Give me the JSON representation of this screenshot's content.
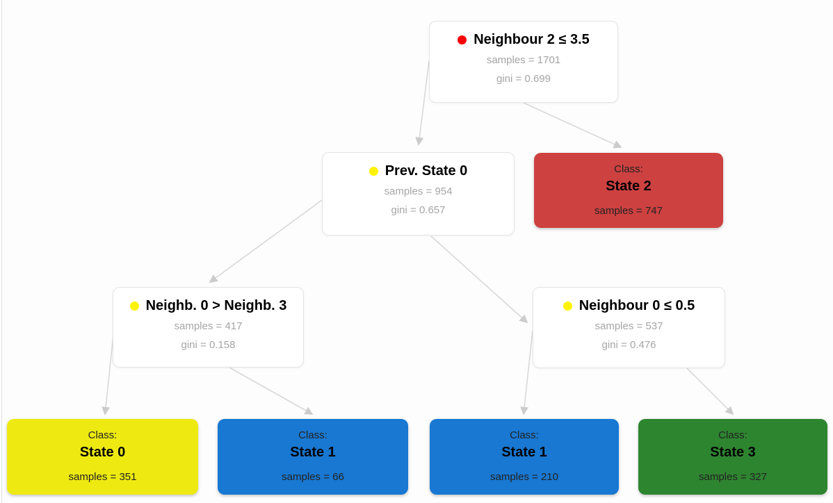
{
  "diagram": {
    "type": "decision-tree",
    "colors": {
      "edge": "#d8d8d8",
      "arrowhead": "#cccccc",
      "node_border": "#e4e4e4",
      "muted_text": "#a5a5a5"
    }
  },
  "nodes": {
    "root": {
      "label": "Neighbour 2 ≤ 3.5",
      "samples_text": "samples = 1701",
      "gini_text": "gini = 0.699",
      "dot_color": "#fe0000"
    },
    "prev0": {
      "label": "Prev. State 0",
      "samples_text": "samples = 954",
      "gini_text": "gini = 0.657",
      "dot_color": "#fdf303"
    },
    "neighb03": {
      "label": "Neighb. 0 > Neighb. 3",
      "samples_text": "samples = 417",
      "gini_text": "gini = 0.158",
      "dot_color": "#fdf303"
    },
    "neighb0": {
      "label": "Neighbour 0 ≤ 0.5",
      "samples_text": "samples = 537",
      "gini_text": "gini = 0.476",
      "dot_color": "#fdf303"
    }
  },
  "leaves": {
    "state2": {
      "class_label": "Class:",
      "state": "State 2",
      "samples_text": "samples = 747",
      "color": "#cd4140"
    },
    "state0": {
      "class_label": "Class:",
      "state": "State 0",
      "samples_text": "samples = 351",
      "color": "#eeea11"
    },
    "state1a": {
      "class_label": "Class:",
      "state": "State 1",
      "samples_text": "samples = 66",
      "color": "#1878d2"
    },
    "state1b": {
      "class_label": "Class:",
      "state": "State 1",
      "samples_text": "samples = 210",
      "color": "#1878d2"
    },
    "state3": {
      "class_label": "Class:",
      "state": "State 3",
      "samples_text": "samples = 327",
      "color": "#2e8530"
    }
  }
}
